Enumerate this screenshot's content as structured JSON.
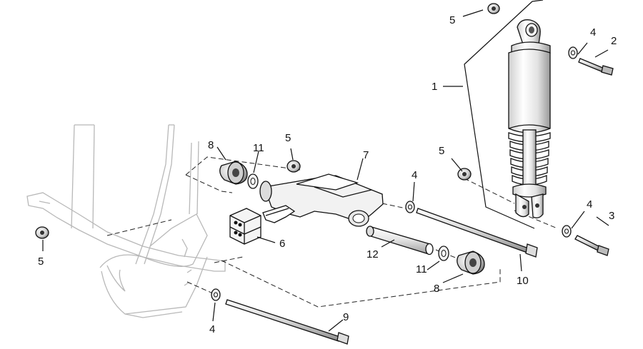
{
  "diagram": {
    "callouts": [
      {
        "id": "c-1",
        "text": "1"
      },
      {
        "id": "c-2",
        "text": "2"
      },
      {
        "id": "c-3",
        "text": "3"
      },
      {
        "id": "c-4a",
        "text": "4"
      },
      {
        "id": "c-4b",
        "text": "4"
      },
      {
        "id": "c-4c",
        "text": "4"
      },
      {
        "id": "c-4d",
        "text": "4"
      },
      {
        "id": "c-5a",
        "text": "5"
      },
      {
        "id": "c-5b",
        "text": "5"
      },
      {
        "id": "c-5c",
        "text": "5"
      },
      {
        "id": "c-5d",
        "text": "5"
      },
      {
        "id": "c-6",
        "text": "6"
      },
      {
        "id": "c-7",
        "text": "7"
      },
      {
        "id": "c-8a",
        "text": "8"
      },
      {
        "id": "c-8b",
        "text": "8"
      },
      {
        "id": "c-9",
        "text": "9"
      },
      {
        "id": "c-10",
        "text": "10"
      },
      {
        "id": "c-11a",
        "text": "11"
      },
      {
        "id": "c-11b",
        "text": "11"
      },
      {
        "id": "c-12",
        "text": "12"
      }
    ]
  }
}
